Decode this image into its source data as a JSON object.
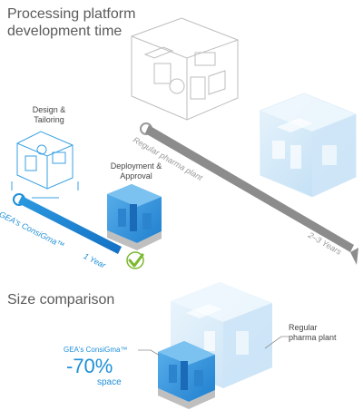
{
  "section1": {
    "title_line1": "Processing platform",
    "title_line2": "development time",
    "design_label_line1": "Design &",
    "design_label_line2": "Tailoring",
    "deployment_label_line1": "Deployment &",
    "deployment_label_line2": "Approval",
    "consigma_timeline_label": "GEA's ConsiGma™",
    "consigma_duration": "1 Year",
    "regular_timeline_label": "Regular pharma plant",
    "regular_duration": "2–3 Years",
    "check_icon": "check-icon"
  },
  "section2": {
    "title": "Size comparison",
    "consigma_label": "GEA's ConsiGma™",
    "reduction_value": "-70%",
    "reduction_unit": "space",
    "regular_label_line1": "Regular",
    "regular_label_line2": "pharma plant"
  },
  "colors": {
    "accent_blue": "#1e8fd8",
    "light_blue": "#bcdcf4",
    "check_green": "#7cb82f"
  }
}
